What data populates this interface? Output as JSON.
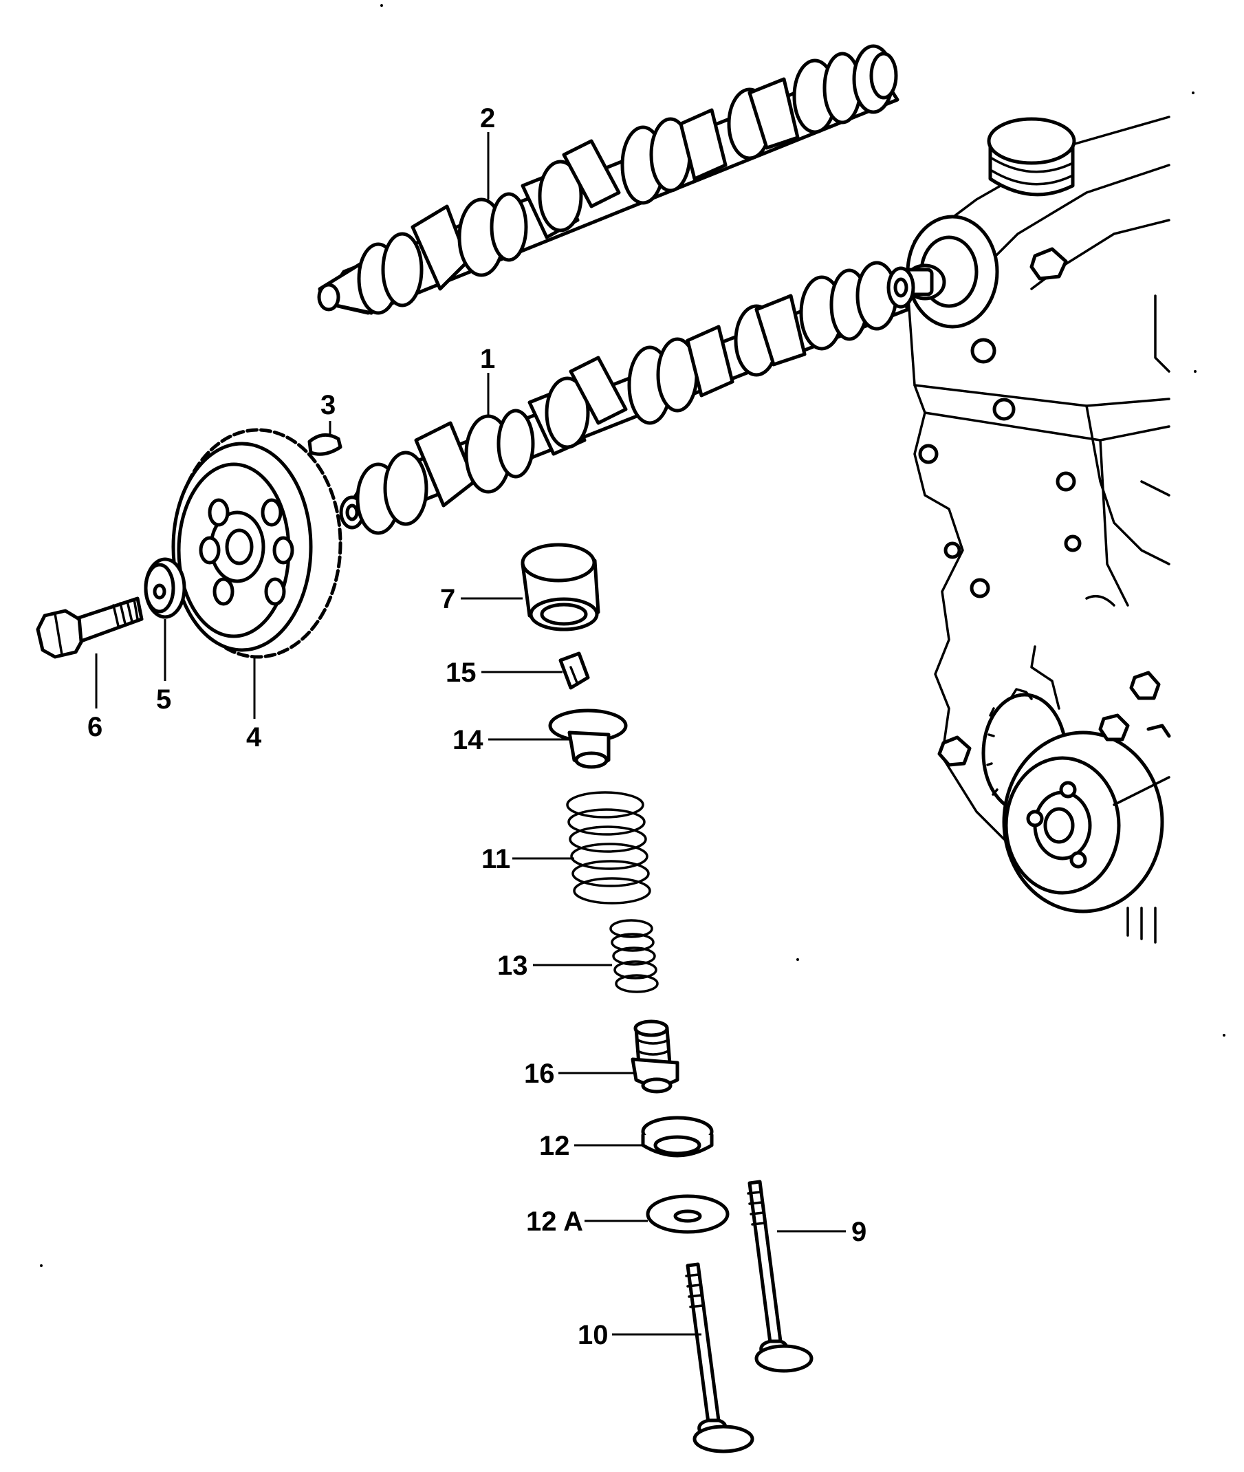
{
  "callouts": {
    "c1": "1",
    "c2": "2",
    "c3": "3",
    "c4": "4",
    "c5": "5",
    "c6": "6",
    "c7": "7",
    "c9": "9",
    "c10": "10",
    "c11": "11",
    "c12": "12",
    "c12a": "12 A",
    "c13": "13",
    "c14": "14",
    "c15": "15",
    "c16": "16"
  },
  "colors": {
    "line": "#000000",
    "background": "#ffffff"
  }
}
